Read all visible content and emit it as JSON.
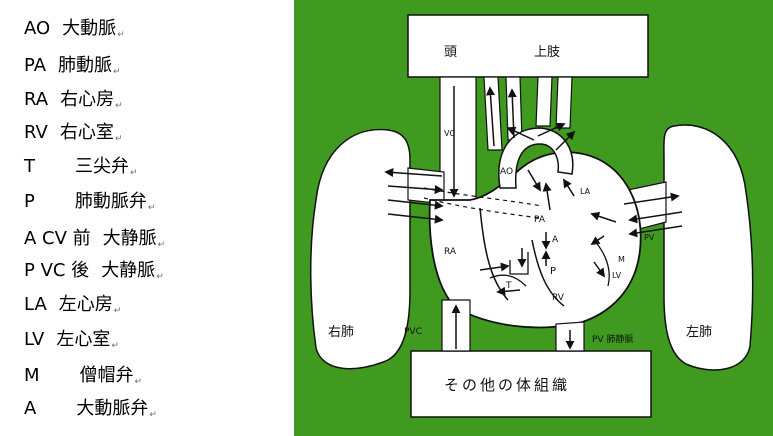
{
  "legend": {
    "marker": "↵",
    "items": [
      {
        "abbr": "AO",
        "term": "大動脈"
      },
      {
        "abbr": "PA",
        "term": "肺動脈"
      },
      {
        "abbr": "RA",
        "term": "右心房"
      },
      {
        "abbr": "RV",
        "term": "右心室"
      },
      {
        "abbr": "T",
        "term": "三尖弁"
      },
      {
        "abbr": "P",
        "term": "肺動脈弁"
      },
      {
        "abbr": "A CV 前",
        "term": "大静脈"
      },
      {
        "abbr": "P VC 後",
        "term": "大静脈"
      },
      {
        "abbr": "LA",
        "term": "左心房"
      },
      {
        "abbr": "LV",
        "term": "左心室"
      },
      {
        "abbr": "M",
        "term": "僧帽弁"
      },
      {
        "abbr": "A",
        "term": "大動脈弁"
      }
    ]
  },
  "diagram": {
    "colors": {
      "background": "#3f9a1f",
      "fill": "#ffffff",
      "stroke": "#111111"
    },
    "labels": {
      "head": "頭",
      "upper_limb": "上肢",
      "right_lung": "右肺",
      "left_lung": "左肺",
      "other_tissue": "その他の体組織",
      "vc": "VC",
      "ao": "AO",
      "la": "LA",
      "pa": "PA",
      "a": "A",
      "pv": "PV",
      "ra": "RA",
      "m": "M",
      "lv": "LV",
      "p": "P",
      "t": "T",
      "rv": "RV",
      "pvc": "PVC",
      "pv_vein": "PV 肺静脈"
    }
  }
}
